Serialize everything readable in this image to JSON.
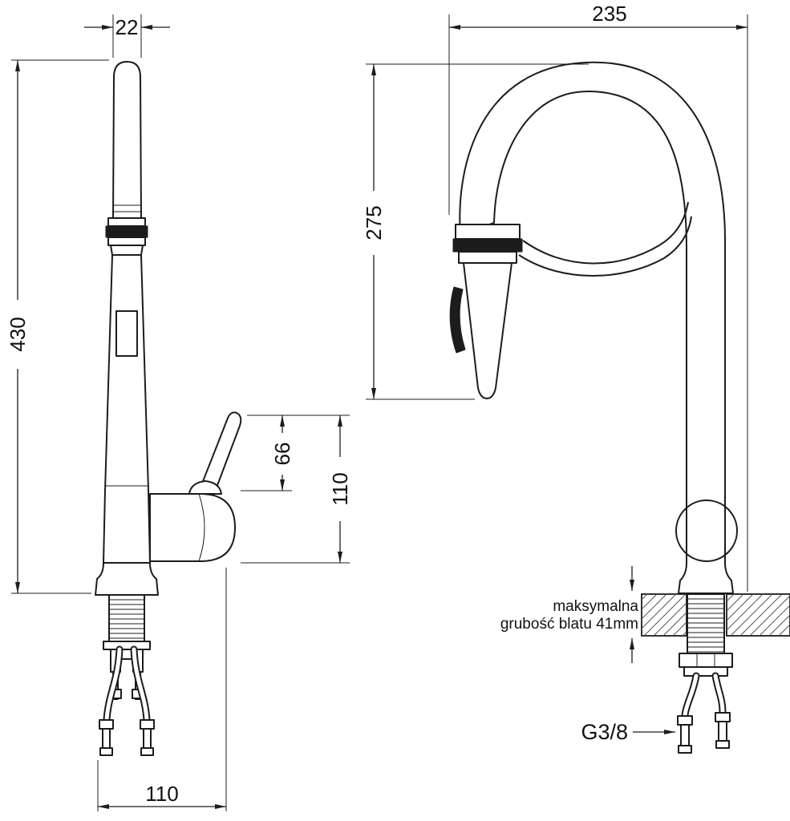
{
  "drawing": {
    "unit": "mm",
    "views": {
      "side": "faucet side view with mounting set",
      "front": "faucet front view with pull-out spray and countertop section"
    },
    "dimensions": {
      "spout_tube_width": "22",
      "total_height": "430",
      "lever_height": "66",
      "body_height": "110",
      "base_depth": "110",
      "spout_reach": "235",
      "spout_clearance": "275"
    },
    "notes": {
      "countertop_line1": "maksymalna",
      "countertop_line2": "grubość blatu 41mm",
      "thread_size": "G3/8"
    },
    "colors": {
      "line": "#1c1c1c",
      "background": "#ffffff"
    }
  }
}
